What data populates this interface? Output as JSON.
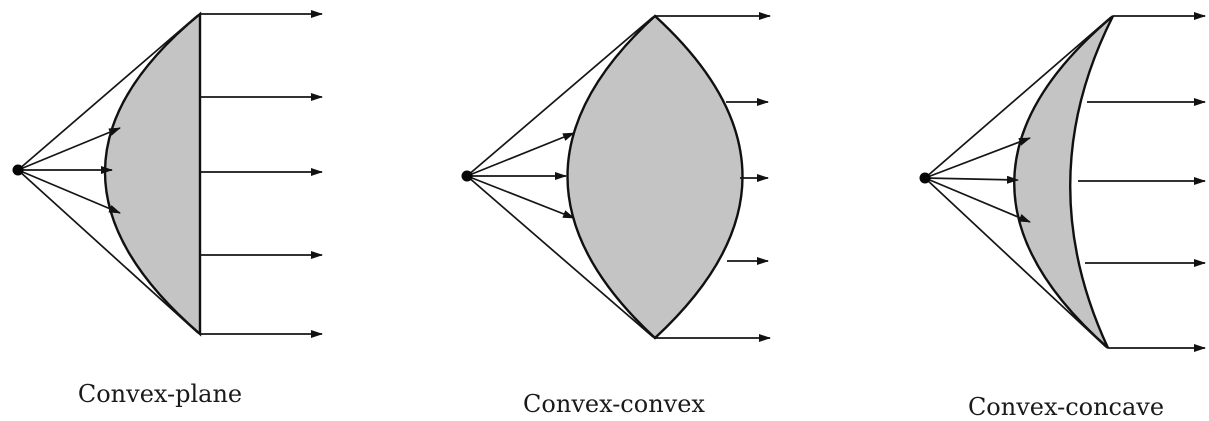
{
  "figure": {
    "panels": [
      {
        "caption": "Convex-plane"
      },
      {
        "caption": "Convex-convex"
      },
      {
        "caption": "Convex-concave"
      }
    ]
  }
}
